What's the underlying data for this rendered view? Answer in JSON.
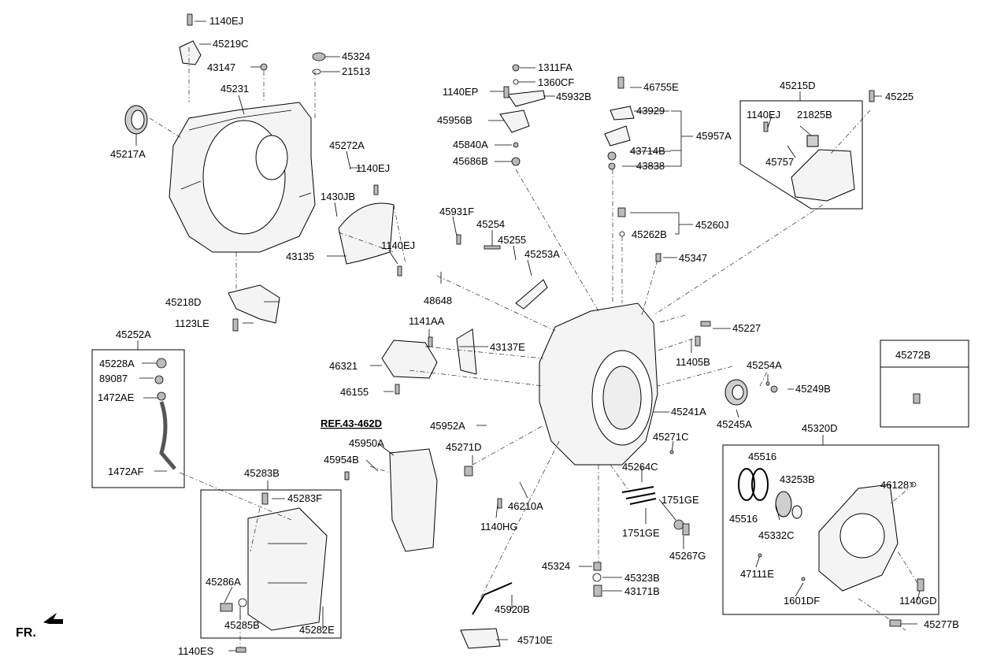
{
  "diagram": {
    "ref_label": "REF.43-462D",
    "fr_label": "FR.",
    "parts": {
      "p1140EJ_top": "1140EJ",
      "p45219C": "45219C",
      "p43147": "43147",
      "p45324_top": "45324",
      "p21513": "21513",
      "p45231": "45231",
      "p45217A": "45217A",
      "p45272A": "45272A",
      "p1140EJ_mid": "1140EJ",
      "p1430JB": "1430JB",
      "p43135": "43135",
      "p1140EJ_low": "1140EJ",
      "p45218D": "45218D",
      "p1123LE": "1123LE",
      "p1311FA": "1311FA",
      "p1360CF": "1360CF",
      "p1140EP": "1140EP",
      "p45932B": "45932B",
      "p45956B": "45956B",
      "p45840A": "45840A",
      "p45686B": "45686B",
      "p46755E": "46755E",
      "p43929": "43929",
      "p45957A": "45957A",
      "p43714B": "43714B",
      "p43838": "43838",
      "p45215D": "45215D",
      "p45225": "45225",
      "p1140EJ_box": "1140EJ",
      "p21825B": "21825B",
      "p45757": "45757",
      "p45931F": "45931F",
      "p45254": "45254",
      "p45255": "45255",
      "p45253A": "45253A",
      "p48648": "48648",
      "p45260J": "45260J",
      "p45262B": "45262B",
      "p45347": "45347",
      "p1141AA": "1141AA",
      "p43137E": "43137E",
      "p46321": "46321",
      "p46155": "46155",
      "p45227": "45227",
      "p11405B": "11405B",
      "p45254A": "45254A",
      "p45249B": "45249B",
      "p45245A": "45245A",
      "p45241A": "45241A",
      "p45952A": "45952A",
      "p45252A": "45252A",
      "p45228A": "45228A",
      "p89087": "89087",
      "p1472AE": "1472AE",
      "p1472AF": "1472AF",
      "p45950A": "45950A",
      "p45954B": "45954B",
      "p45271D": "45271D",
      "p45271C": "45271C",
      "p45264C": "45264C",
      "p1751GE_a": "1751GE",
      "p1751GE_b": "1751GE",
      "p45267G": "45267G",
      "p46210A": "46210A",
      "p1140HG": "1140HG",
      "p45283B": "45283B",
      "p45283F": "45283F",
      "p45286A": "45286A",
      "p45285B": "45285B",
      "p45282E": "45282E",
      "p1140ES": "1140ES",
      "p45324_low": "45324",
      "p45323B": "45323B",
      "p43171B": "43171B",
      "p45920B": "45920B",
      "p45710E": "45710E",
      "p45272B": "45272B",
      "p45320D": "45320D",
      "p45516_a": "45516",
      "p45516_b": "45516",
      "p43253B": "43253B",
      "p46128": "46128",
      "p45332C": "45332C",
      "p47111E": "47111E",
      "p1601DF": "1601DF",
      "p1140GD": "1140GD",
      "p45277B": "45277B"
    }
  }
}
